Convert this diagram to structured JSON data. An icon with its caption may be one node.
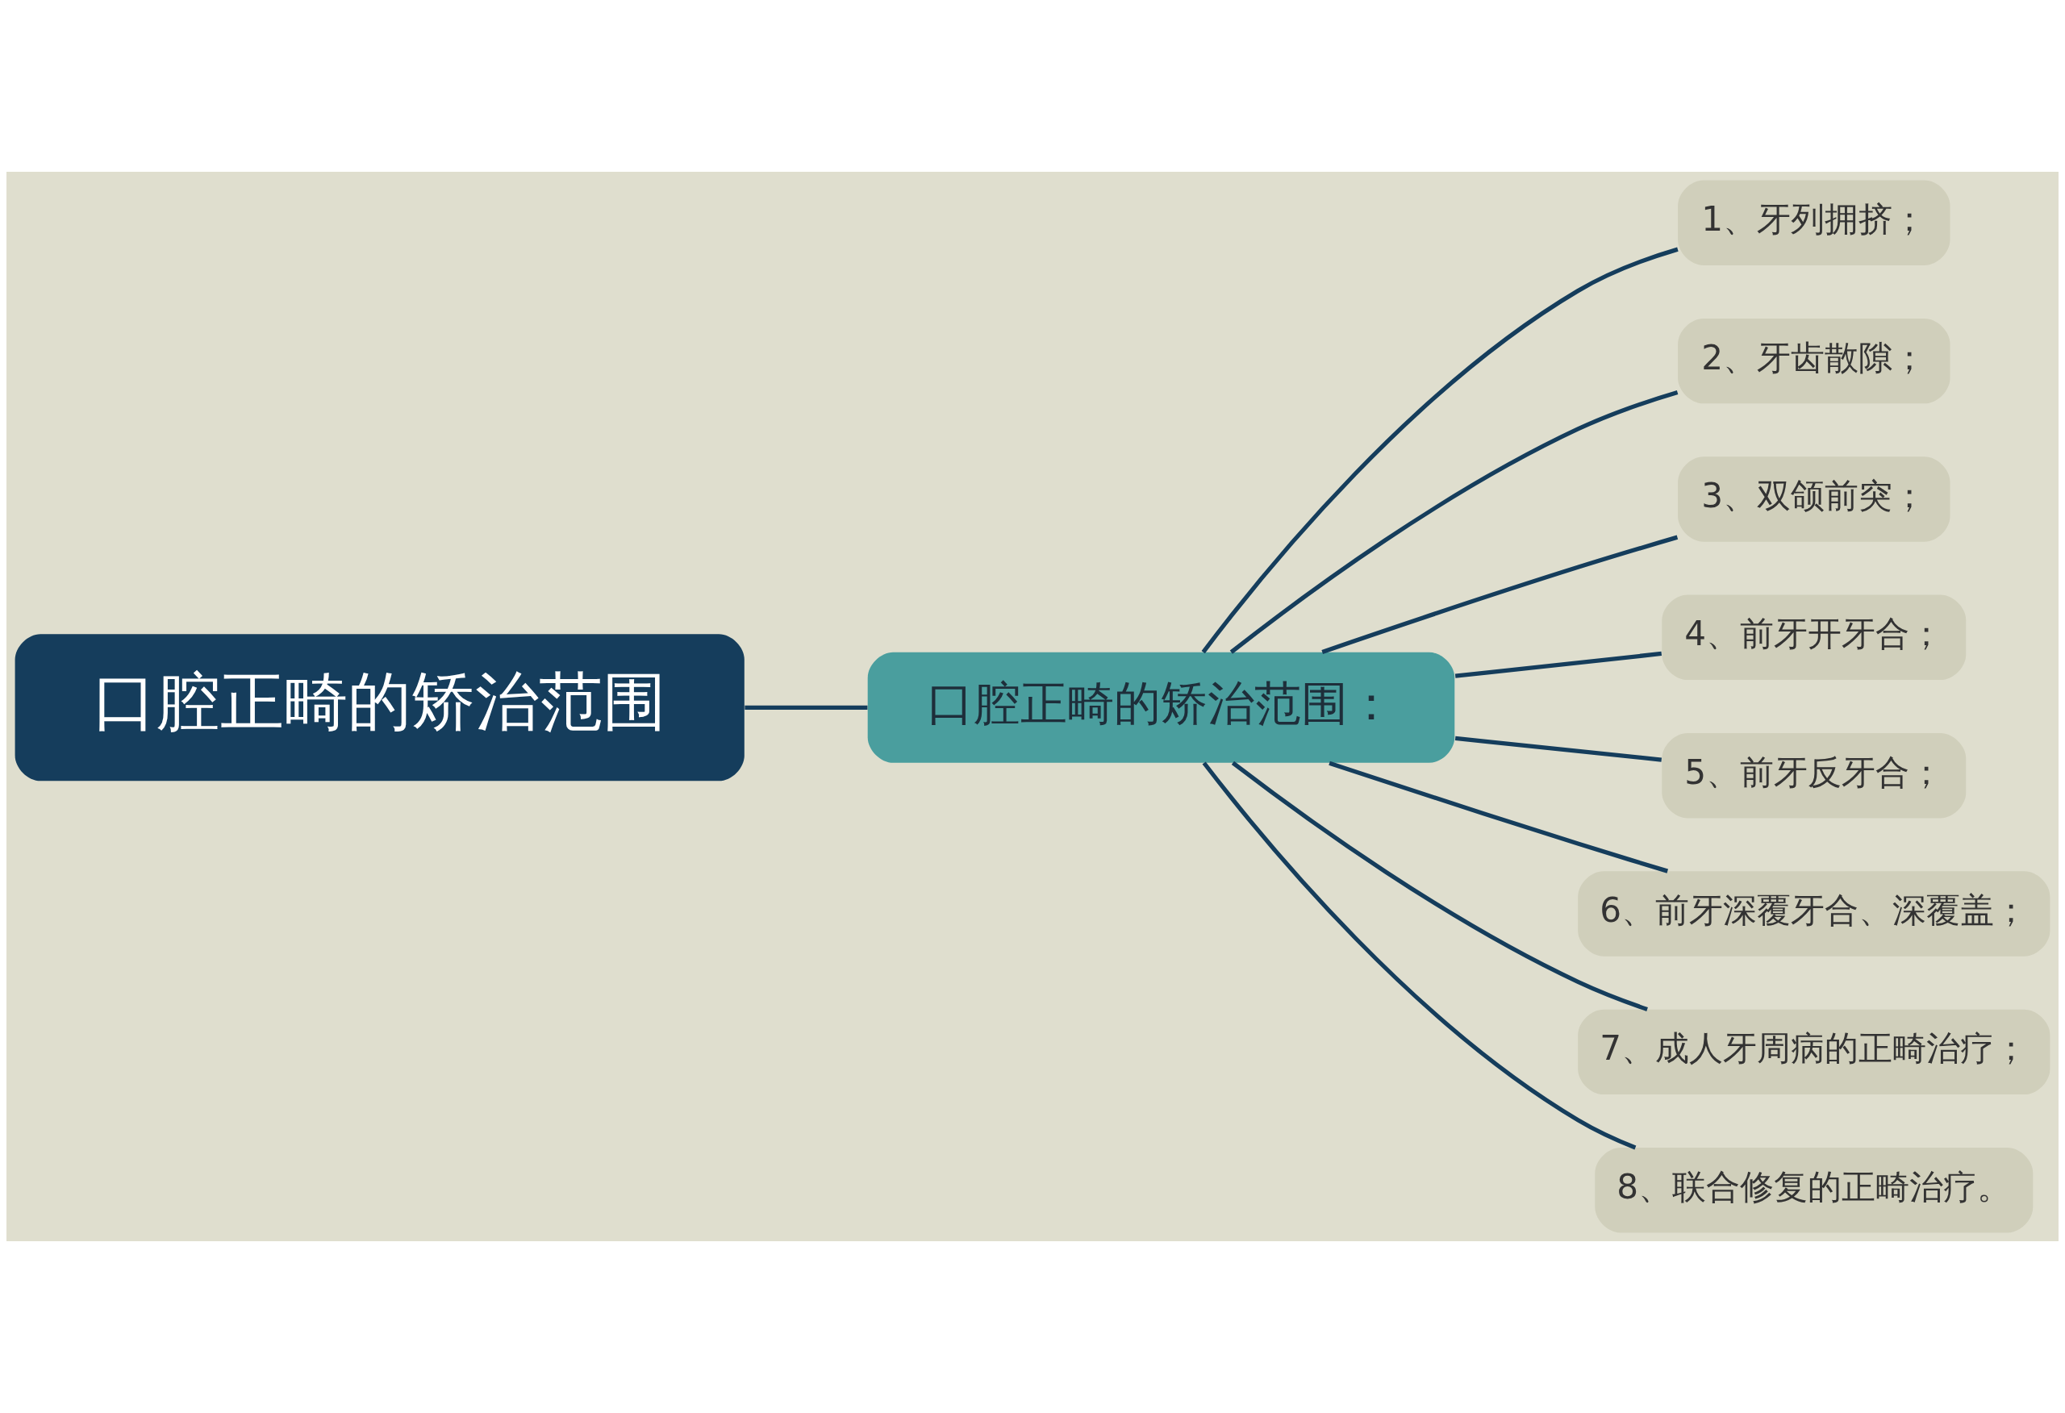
{
  "diagram": {
    "nodes": [
      {
        "text": [
          "口腔正畸的矫治范围"
        ]
      },
      {
        "text": [
          "口腔正畸的矫治范围："
        ]
      },
      {
        "text": [
          "1、牙列拥挤；"
        ]
      },
      {
        "text": [
          "2、牙齿散隙；"
        ]
      },
      {
        "text": [
          "3、双颌前突；"
        ]
      },
      {
        "text": [
          "4、前牙开牙合；"
        ]
      },
      {
        "text": [
          "5、前牙反牙合；"
        ]
      },
      {
        "text": [
          "6、前牙深覆牙合、深覆盖；"
        ]
      },
      {
        "text": [
          "7、成人牙周病的正畸治疗；"
        ]
      },
      {
        "text": [
          "8、联合修复的正畸治疗。"
        ]
      }
    ],
    "edges": [
      {
        "from": 0,
        "to": 1,
        "arrow": "none"
      },
      {
        "from": 1,
        "to": 2,
        "arrow": "none"
      },
      {
        "from": 1,
        "to": 3,
        "arrow": "none"
      },
      {
        "from": 1,
        "to": 4,
        "arrow": "none"
      },
      {
        "from": 1,
        "to": 5,
        "arrow": "none"
      },
      {
        "from": 1,
        "to": 6,
        "arrow": "none"
      },
      {
        "from": 1,
        "to": 7,
        "arrow": "none"
      },
      {
        "from": 1,
        "to": 8,
        "arrow": "none"
      },
      {
        "from": 1,
        "to": 9,
        "arrow": "none"
      }
    ]
  }
}
